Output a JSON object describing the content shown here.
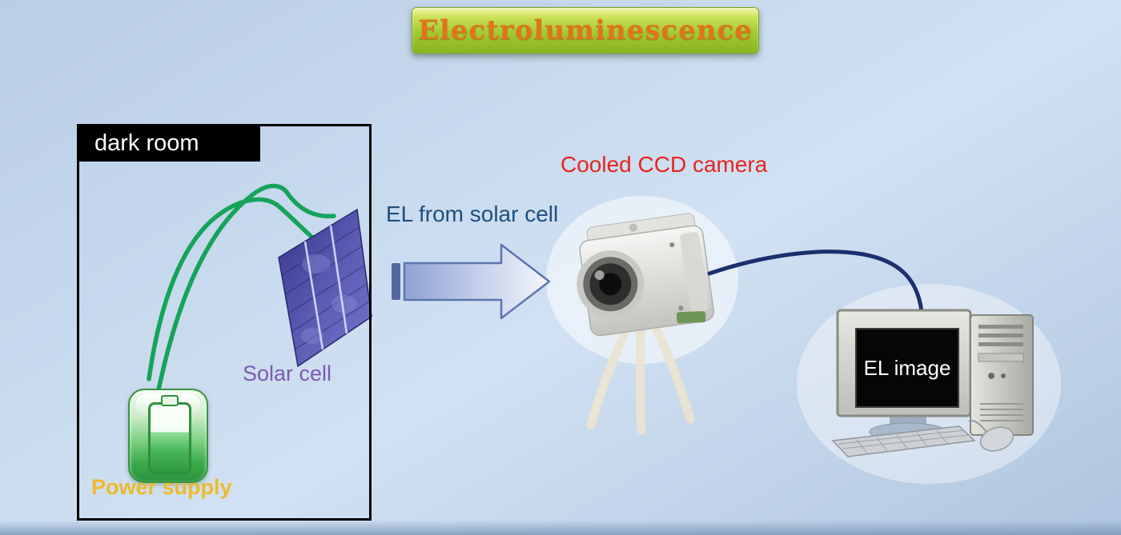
{
  "title": {
    "label": "Electroluminescence"
  },
  "dark_room": {
    "label": "dark room",
    "solar_cell_label": "Solar cell",
    "power_supply_label": "Power supply"
  },
  "flow": {
    "el_arrow_label": "EL from solar cell"
  },
  "camera": {
    "label": "Cooled CCD camera"
  },
  "computer": {
    "screen_label": "EL image"
  },
  "icons": {
    "solar_cell": "solar-panel-image",
    "power_supply": "battery-icon",
    "wires": "green-wire-paths",
    "arrow": "right-block-arrow-icon",
    "camera": "ccd-camera-image",
    "tripod": "tripod-legs",
    "cable": "camera-cable",
    "computer": "desktop-computer-image"
  },
  "colors": {
    "background": "#c6d8ec",
    "banner_green": "#9cc32d",
    "banner_text_orange": "#e1731d",
    "dark_room_bg": "#000000",
    "solar_cell_blue": "#4a4aa0",
    "solar_cell_label_purple": "#7a5ab2",
    "power_supply_green": "#3aa94a",
    "power_supply_label_yellow": "#edbb2a",
    "el_text_blue": "#1e4e7e",
    "camera_label_red": "#e6251c",
    "wire_green": "#16a35b",
    "cable_navy": "#1c2f6e",
    "arrow_fill": "#c9d2ec",
    "screen_black": "#060606",
    "screen_text_white": "#ffffff"
  }
}
